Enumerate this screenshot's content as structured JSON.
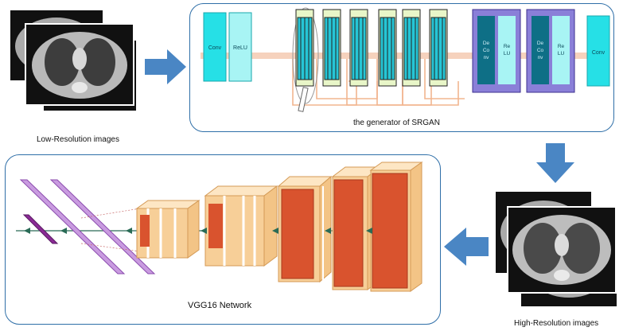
{
  "captions": {
    "low_res": "Low-Resolution images",
    "generator": "the generator of SRGAN",
    "high_res": "High-Resolution images",
    "vgg": "VGG16 Network"
  },
  "generator_blocks": {
    "conv_in": "Conv",
    "relu": "ReLU",
    "deconv1_a": "De",
    "deconv1_b": "Co",
    "deconv1_c": "nv",
    "relu1_a": "Re",
    "relu1_b": "LU",
    "deconv2_a": "De",
    "deconv2_b": "Co",
    "deconv2_c": "nv",
    "relu2_a": "Re",
    "relu2_b": "LU",
    "conv_out": "Conv"
  },
  "colors": {
    "panel_border": "#2f6fa8",
    "arrow": "#4a86c4",
    "cyan_block": "#26e0e6",
    "light_cyan": "#a8f4f4",
    "deconv_outer": "#8a7fd8",
    "deconv_inner": "#0e6f86",
    "skip_line": "#f2b58f",
    "vgg_purple": "#c99be0",
    "vgg_orange": "#f7cf98",
    "vgg_red": "#d9532e"
  }
}
